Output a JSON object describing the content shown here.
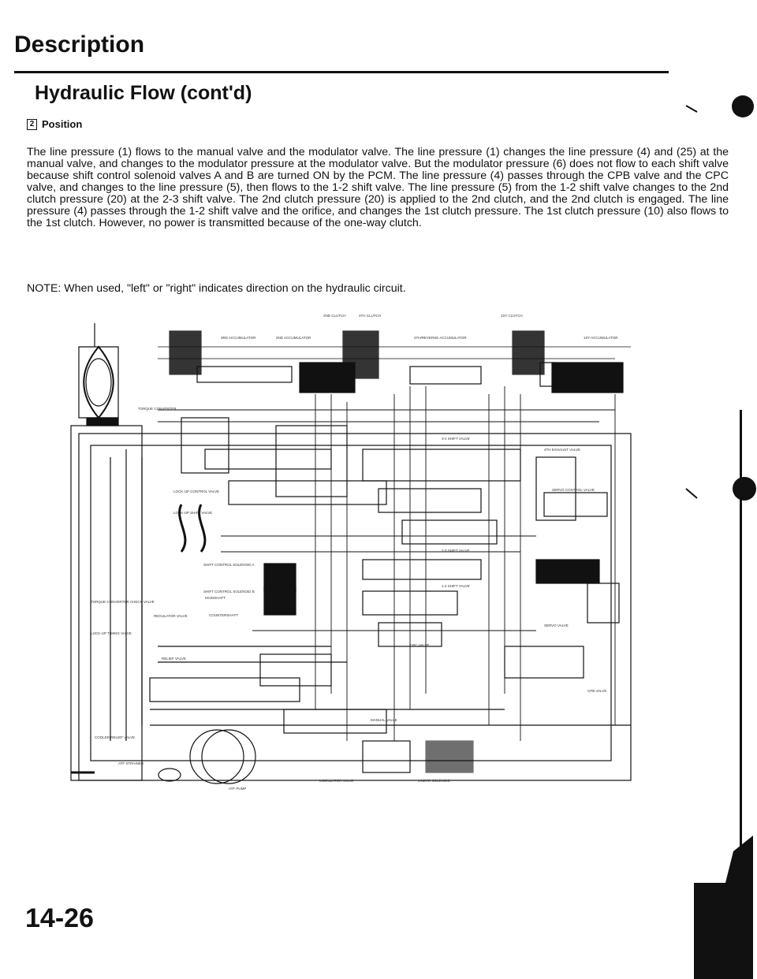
{
  "header": {
    "title": "Description"
  },
  "section": {
    "title": "Hydraulic Flow (cont'd)"
  },
  "position": {
    "number": "2",
    "label": "Position"
  },
  "body": {
    "paragraph": "The line pressure (1) flows to the manual valve and the modulator valve. The line pressure (1) changes the line pressure (4) and (25) at the manual valve, and changes to the modulator pressure at the modulator valve. But the modulator pressure (6) does not flow to each shift valve because shift control solenoid valves A and B are turned ON by the PCM. The line pressure (4) passes through the CPB valve and the CPC valve, and changes to the line pressure (5), then flows to the 1-2 shift valve. The line pressure (5) from the 1-2 shift valve changes to the 2nd clutch pressure (20) at the 2-3 shift valve. The 2nd clutch pressure (20) is applied to the 2nd clutch, and the 2nd clutch is engaged. The line pressure (4) passes through the 1-2 shift valve and the orifice, and changes the 1st clutch pressure. The 1st clutch pressure (10) also flows to the 1st clutch. However, no power is transmitted because of the one-way clutch.",
    "note": "NOTE: When used, \"left\" or \"right\" indicates direction on the hydraulic circuit."
  },
  "diagram": {
    "labels": {
      "second_clutch": "2ND CLUTCH",
      "fourth_clutch": "4TH CLUTCH",
      "first_clutch": "1ST CLUTCH",
      "torque_converter": "TORQUE CONVERTER",
      "first_accumulator": "1ST ACCUMULATOR",
      "second_accumulator": "2ND ACCUMULATOR",
      "fourth_reverse_accumulator": "4TH/REVERSE ACCUMULATOR",
      "third_accumulator": "3RD ACCUMULATOR",
      "lockup_control_valve": "LOCK-UP CONTROL VALVE",
      "lockup_shift_valve": "LOCK-UP SHIFT VALVE",
      "shift_valve_34": "3-4 SHIFT VALVE",
      "shift_valve_23": "2-3 SHIFT VALVE",
      "shift_valve_12": "1-2 SHIFT VALVE",
      "servo_valve": "SERVO VALVE",
      "servo_control_valve": "SERVO CONTROL VALVE",
      "cpc_valve": "CPC VALVE",
      "cpb_valve": "CPB VALVE",
      "manual_valve": "MANUAL VALVE",
      "modulator_valve": "MODULATOR VALVE",
      "regulator_valve": "REGULATOR VALVE",
      "relief_valve": "RELIEF VALVE",
      "cooler_relief_valve": "COOLER RELIEF VALVE",
      "atf_strainer": "ATF STRAINER",
      "atf_pump": "ATF PUMP",
      "shift_solenoid_a": "SHIFT CONTROL SOLENOID A",
      "shift_solenoid_b": "SHIFT CONTROL SOLENOID B",
      "linear_solenoid": "LINEAR SOLENOID",
      "fourth_exhaust_valve": "4TH EXHAUST VALVE",
      "torque_converter_check_valve": "TORQUE CONVERTER CHECK VALVE",
      "lockup_timing_valve": "LOCK-UP TIMING VALVE",
      "countershaft": "COUNTERSHAFT",
      "mainshaft": "MAINSHAFT"
    }
  },
  "footer": {
    "page_number": "14-26"
  }
}
